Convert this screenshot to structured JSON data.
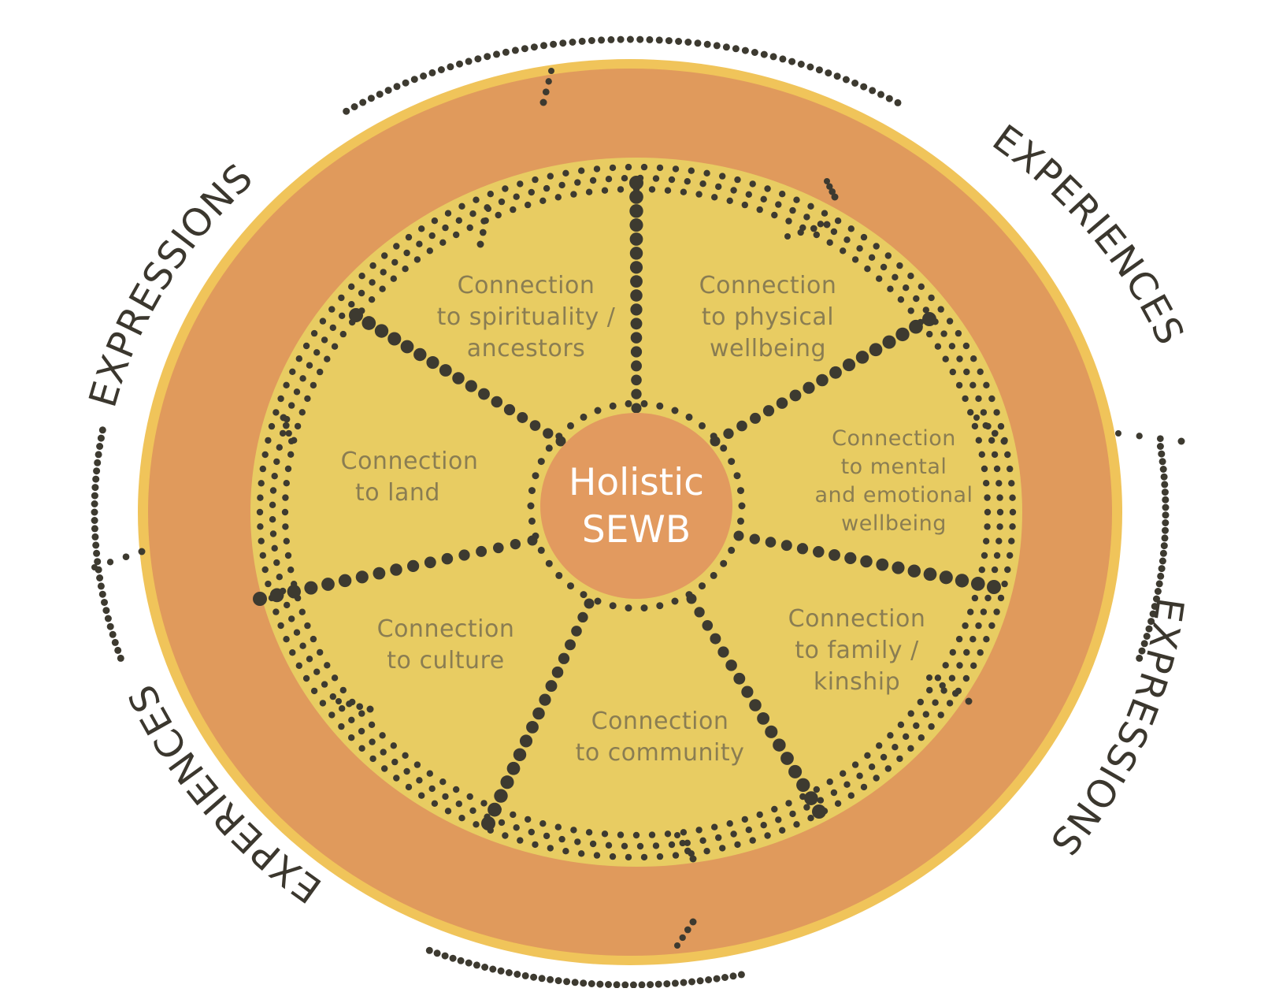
{
  "center": {
    "line1": "Holistic",
    "line2": "SEWB"
  },
  "segments": [
    {
      "id": "spirituality",
      "lines": [
        "Connection",
        "to spirituality /",
        "ancestors"
      ]
    },
    {
      "id": "physical",
      "lines": [
        "Connection",
        "to physical",
        "wellbeing"
      ]
    },
    {
      "id": "mental",
      "lines": [
        "Connection",
        "to mental",
        "and emotional",
        "wellbeing"
      ]
    },
    {
      "id": "family",
      "lines": [
        "Connection",
        "to family /",
        "kinship"
      ]
    },
    {
      "id": "community",
      "lines": [
        "Connection",
        "to community"
      ]
    },
    {
      "id": "culture",
      "lines": [
        "Connection",
        "to culture"
      ]
    },
    {
      "id": "land",
      "lines": [
        "Connection",
        "to land"
      ]
    }
  ],
  "outer_labels": [
    {
      "id": "expressions-top-left",
      "text": "EXPRESSIONS"
    },
    {
      "id": "experiences-top-right",
      "text": "EXPERIENCES"
    },
    {
      "id": "expressions-bottom-right",
      "text": "EXPRESSIONS"
    },
    {
      "id": "experiences-bottom-left",
      "text": "EXPERIENCES"
    }
  ],
  "colors": {
    "outer_ring": "#e09a5c",
    "outer_ring_edge": "#f0c45a",
    "inner_disc": "#e8cc62",
    "center": "#e29a5f",
    "dots": "#3d3a30",
    "label_text": "#8a7d52"
  }
}
